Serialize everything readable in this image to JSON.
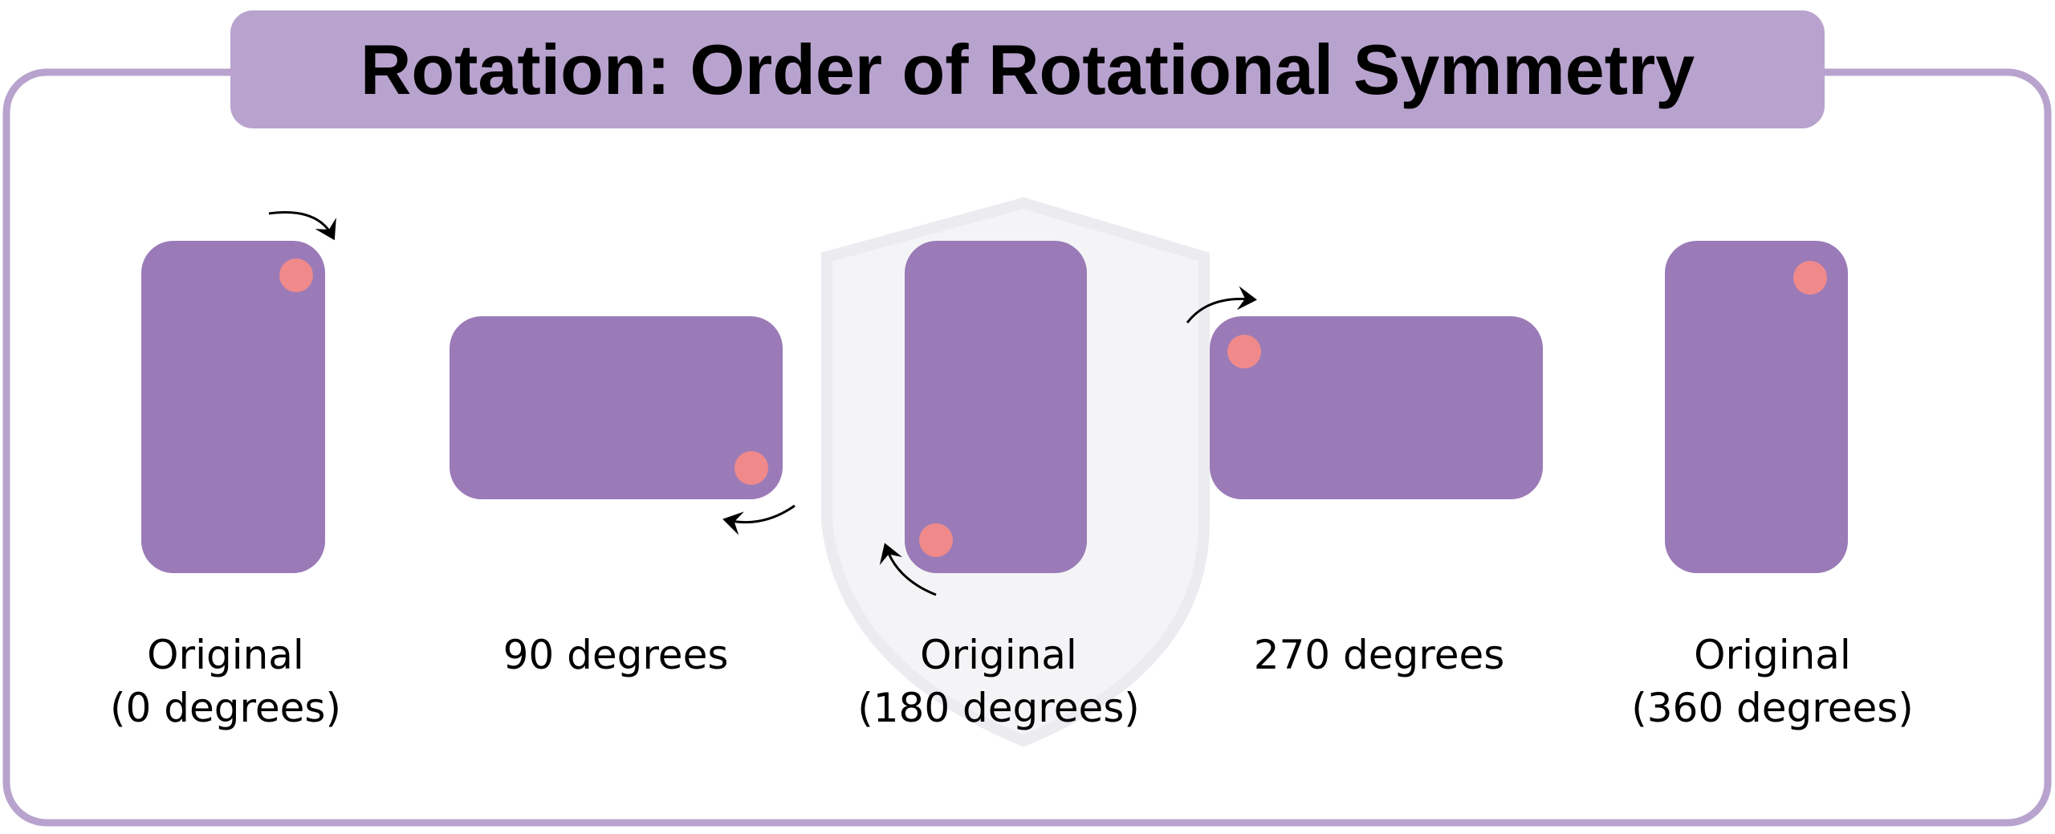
{
  "title": "Rotation: Order of Rotational Symmetry",
  "colors": {
    "frame": "#b8a3ce",
    "shape": "#9a7bb7",
    "dot": "#f08a8a"
  },
  "stages": [
    {
      "line1": "Original",
      "line2": "(0 degrees)",
      "rotation_degrees": 0
    },
    {
      "line1": "90 degrees",
      "line2": "",
      "rotation_degrees": 90
    },
    {
      "line1": "Original",
      "line2": "(180 degrees)",
      "rotation_degrees": 180
    },
    {
      "line1": "270 degrees",
      "line2": "",
      "rotation_degrees": 270
    },
    {
      "line1": "Original",
      "line2": "(360 degrees)",
      "rotation_degrees": 360
    }
  ]
}
